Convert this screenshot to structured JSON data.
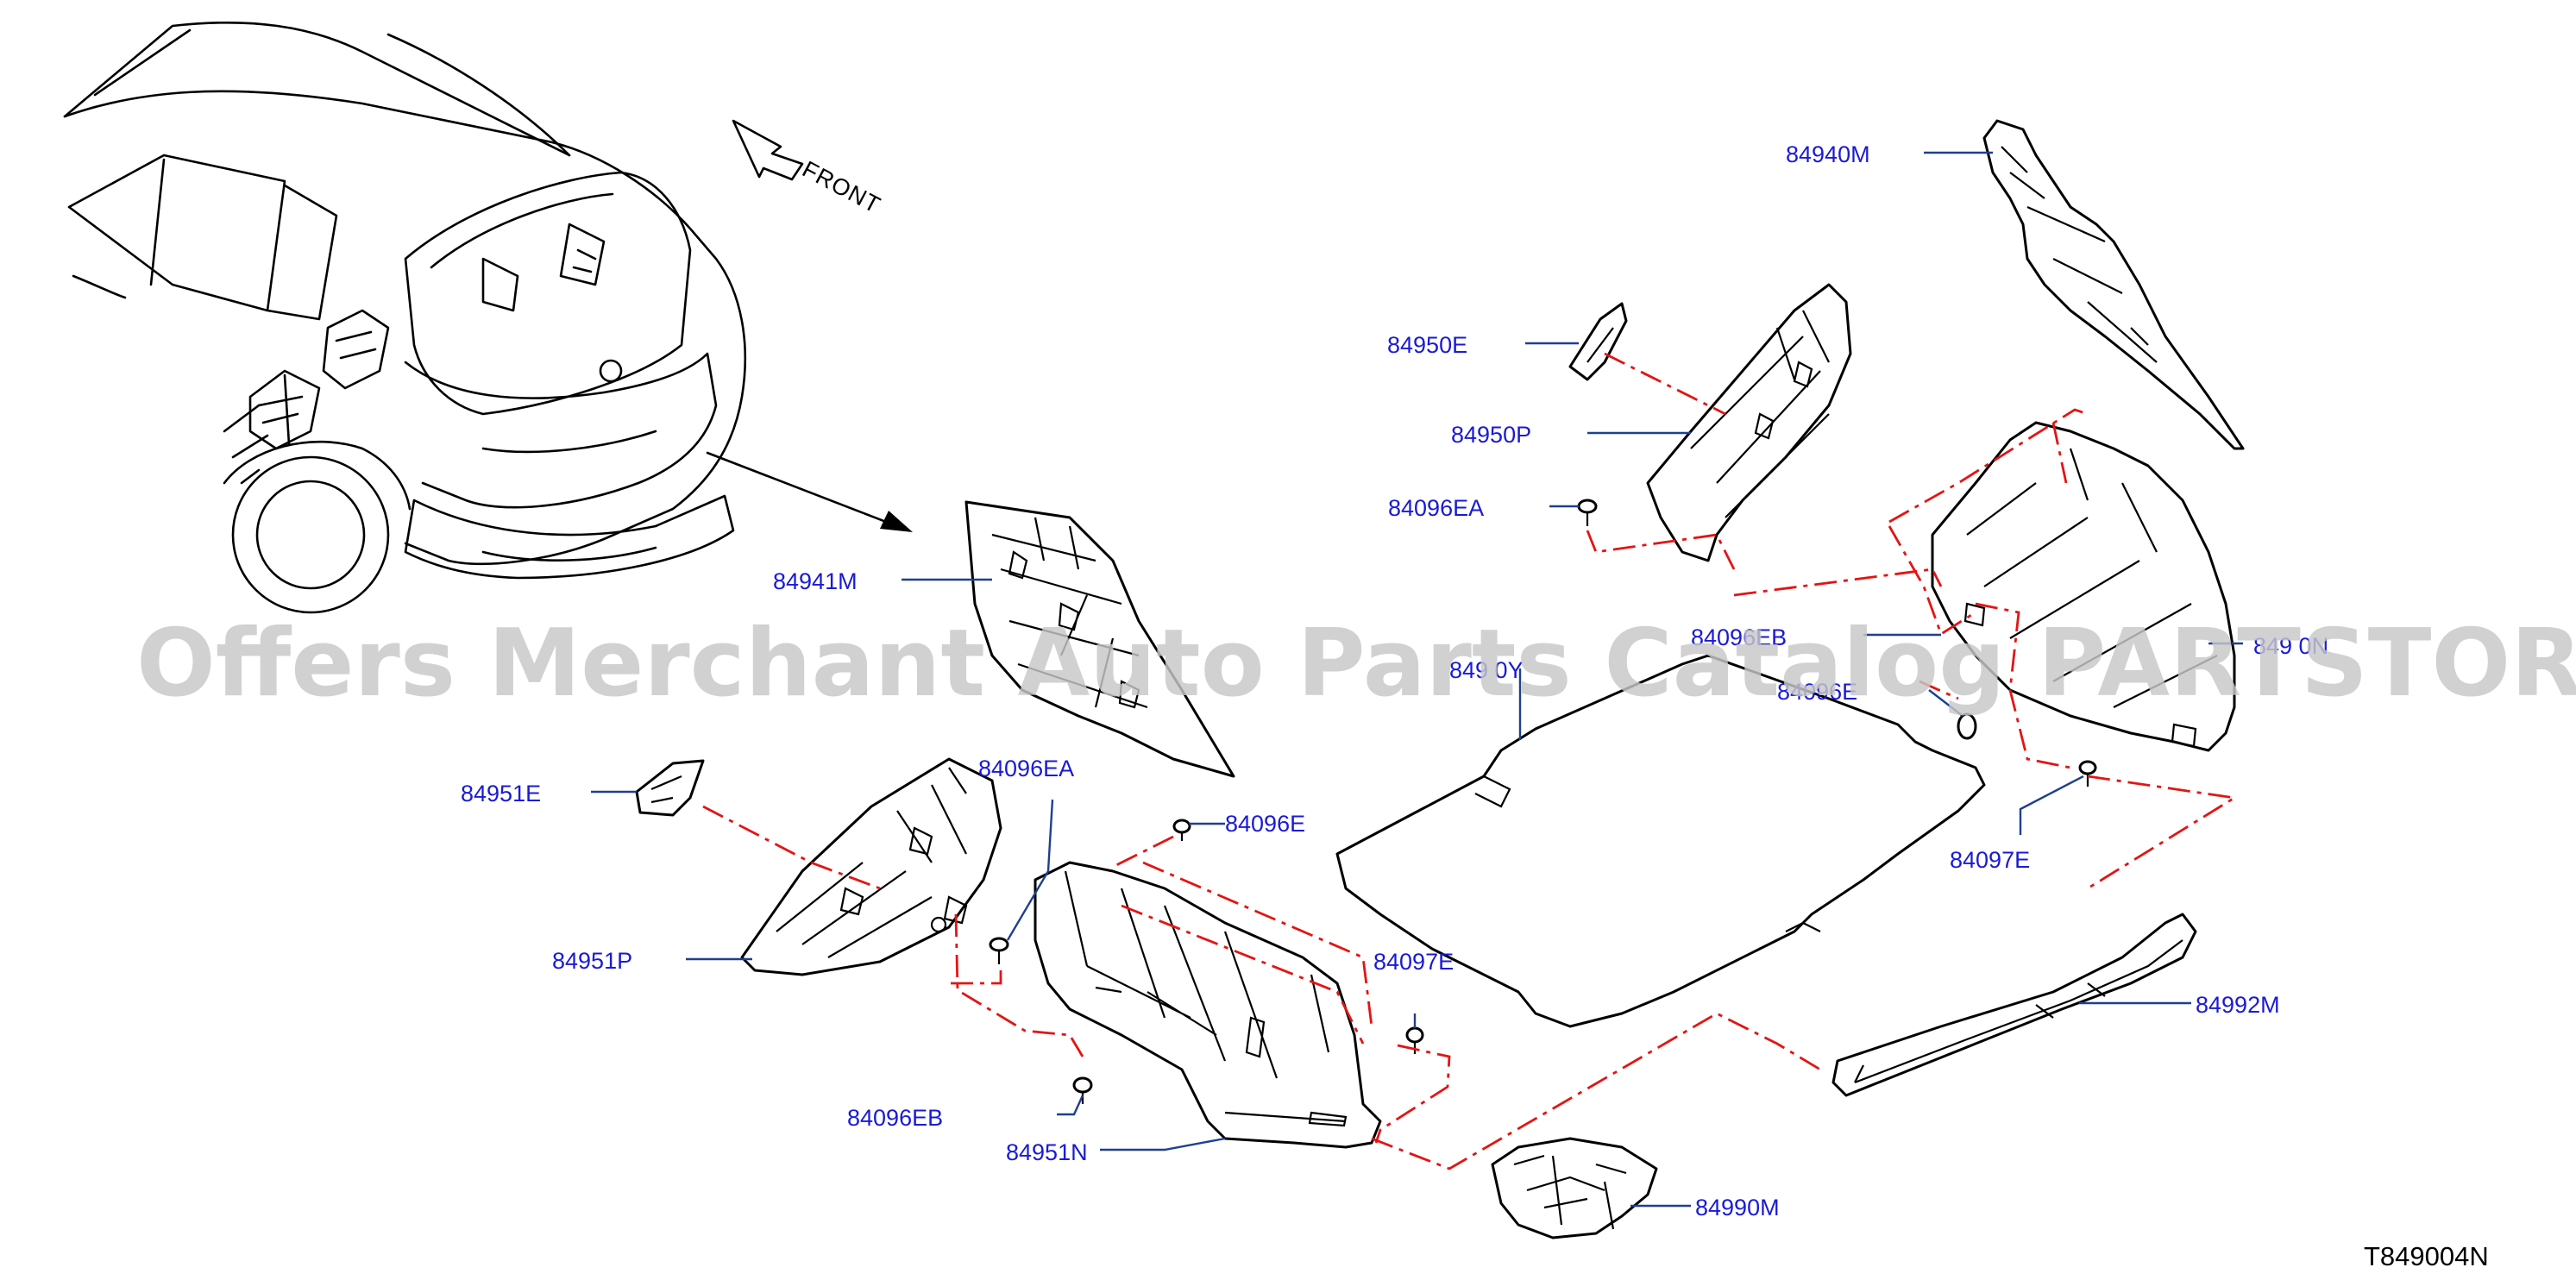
{
  "diagram": {
    "labels": {
      "p84940M": "84940M",
      "p84950E": "84950E",
      "p84950P": "84950P",
      "p84096EA_top": "84096EA",
      "p84941M": "84941M",
      "p84096EB_right": "84096EB",
      "p849x0N": "849 0N",
      "p84096E_right": "84096E",
      "p849x0Y": "849 0Y",
      "p84951E": "84951E",
      "p84096EA_mid": "84096EA",
      "p84096E_mid": "84096E",
      "p84097E_right": "84097E",
      "p84951P": "84951P",
      "p84097E_mid": "84097E",
      "p84992M": "84992M",
      "p84096EB_bottom": "84096EB",
      "p84951N": "84951N",
      "p84990M": "84990M"
    },
    "front_label": "FRONT",
    "drawing_code": "T849004N",
    "watermark": "Offers Merchant Auto Parts Catalog PARTSTORE.SA"
  },
  "colors": {
    "label_text": "#1a1ad6",
    "leader_line": "#1f3f8f",
    "dash_line": "#e41414",
    "watermark": "#c8c8c8"
  }
}
